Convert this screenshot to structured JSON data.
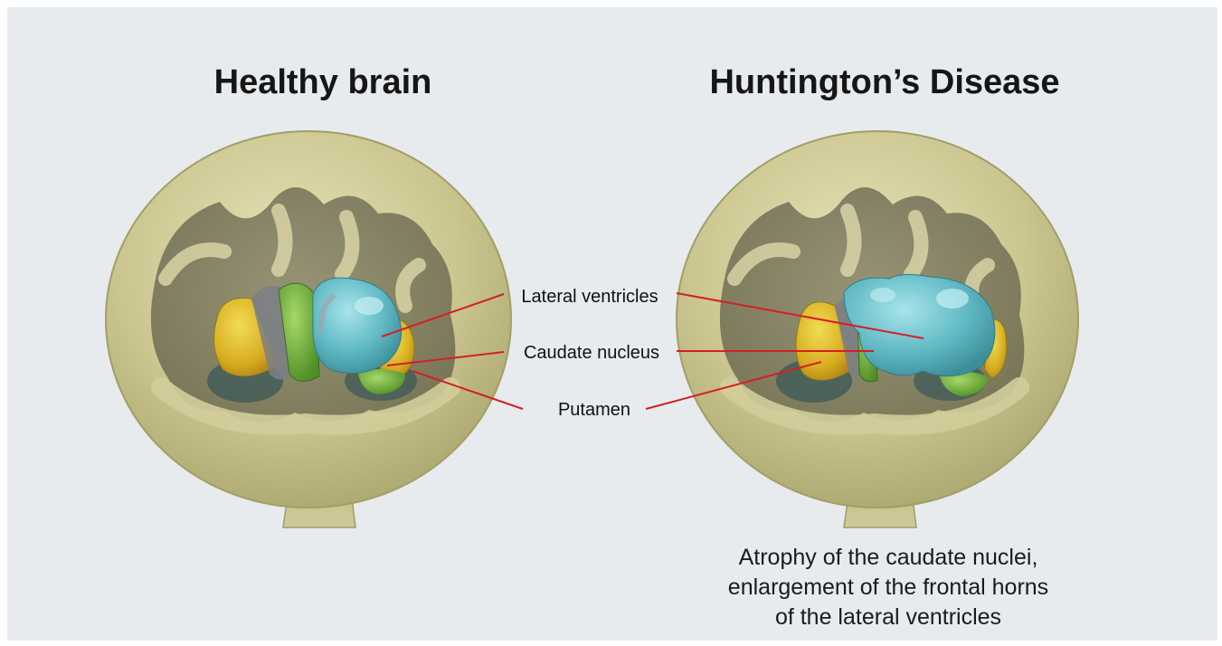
{
  "titles": {
    "healthy": "Healthy brain",
    "disease": "Huntington’s Disease"
  },
  "labels": {
    "lateral_ventricles": "Lateral ventricles",
    "caudate_nucleus": "Caudate nucleus",
    "putamen": "Putamen"
  },
  "caption": {
    "line1": "Atrophy of the caudate nuclei,",
    "line2": "enlargement of the frontal horns",
    "line3": "of the lateral ventricles"
  },
  "colors": {
    "background": "#e7ebee",
    "cortex": "#c9c48e",
    "ventricles": "#6cc2cc",
    "caudate": "#6fb23a",
    "putamen": "#d9b62c",
    "leader_lines": "#d41f26"
  }
}
